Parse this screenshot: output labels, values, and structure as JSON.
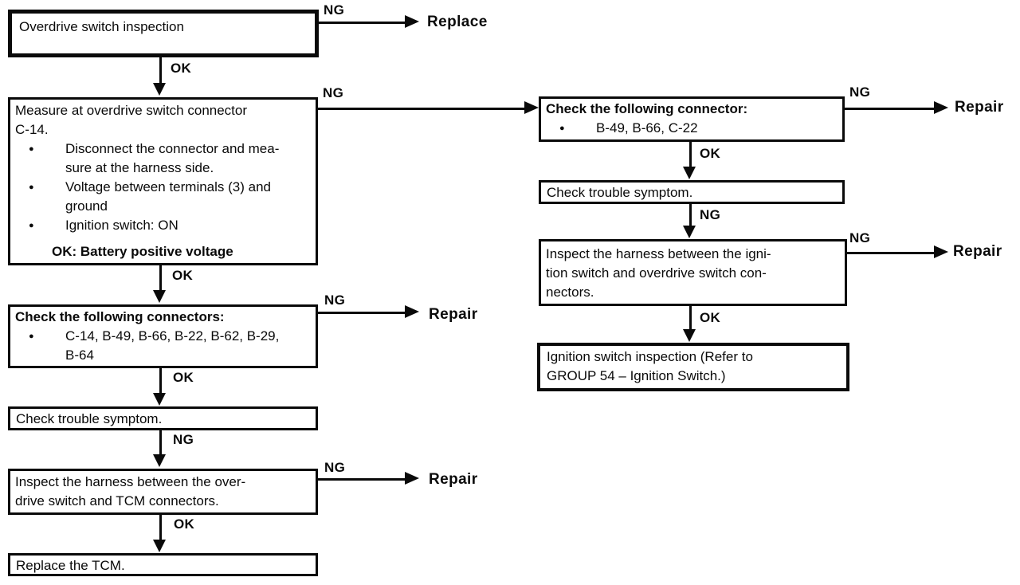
{
  "flow": {
    "glyphs": {
      "bullet": "●"
    },
    "colors": {
      "ink": "#0a0a0a",
      "paper": "#ffffff"
    },
    "boxes": {
      "b1": {
        "lines": [
          "Overdrive switch inspection"
        ]
      },
      "b2": {
        "intro": [
          "Measure at overdrive switch connector",
          "C-14."
        ],
        "bullets": [
          {
            "lines": [
              "Disconnect the connector and mea-",
              "sure at the harness side."
            ]
          },
          {
            "lines": [
              "Voltage between terminals (3) and",
              "ground"
            ]
          },
          {
            "lines": [
              "Ignition switch: ON"
            ]
          }
        ],
        "ok_note": "OK: Battery positive voltage"
      },
      "b3": {
        "heading": "Check the following connectors:",
        "bullets": [
          {
            "lines": [
              "C-14, B-49, B-66, B-22, B-62, B-29,",
              "B-64"
            ]
          }
        ]
      },
      "b4": {
        "lines": [
          "Check trouble symptom."
        ]
      },
      "b5": {
        "lines": [
          "Inspect the harness between the over-",
          "drive switch and TCM connectors."
        ]
      },
      "b6": {
        "lines": [
          "Replace the TCM."
        ]
      },
      "r1": {
        "heading": "Check the following connector:",
        "bullets": [
          {
            "lines": [
              "B-49, B-66, C-22"
            ]
          }
        ]
      },
      "r2": {
        "lines": [
          "Check trouble symptom."
        ]
      },
      "r3": {
        "lines": [
          "Inspect the harness between the igni-",
          "tion switch and overdrive switch con-",
          "nectors."
        ]
      },
      "r4": {
        "lines": [
          "Ignition switch inspection (Refer to",
          "GROUP 54 – Ignition Switch.)"
        ]
      }
    },
    "edges": {
      "b1_right": {
        "tag": "NG",
        "result": "Replace"
      },
      "b1_down": {
        "tag": "OK"
      },
      "b2_right": {
        "tag": "NG"
      },
      "b2_down": {
        "tag": "OK"
      },
      "b3_right": {
        "tag": "NG",
        "result": "Repair"
      },
      "b3_down": {
        "tag": "OK"
      },
      "b4_down": {
        "tag": "NG"
      },
      "b5_right": {
        "tag": "NG",
        "result": "Repair"
      },
      "b5_down": {
        "tag": "OK"
      },
      "r1_right": {
        "tag": "NG",
        "result": "Repair"
      },
      "r1_down": {
        "tag": "OK"
      },
      "r2_down": {
        "tag": "NG"
      },
      "r3_right": {
        "tag": "NG",
        "result": "Repair"
      },
      "r3_down": {
        "tag": "OK"
      }
    }
  }
}
